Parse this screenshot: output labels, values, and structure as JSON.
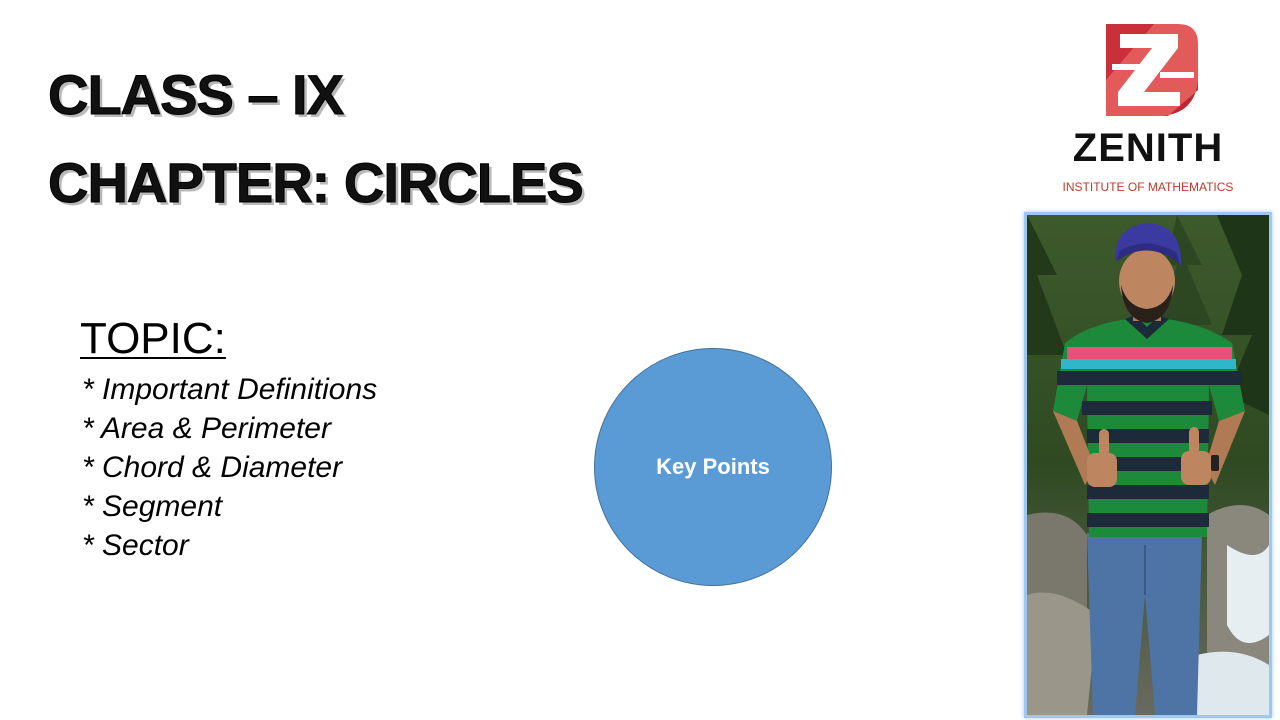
{
  "slide": {
    "title_line1": "CLASS – IX",
    "title_line2": "CHAPTER: CIRCLES",
    "topic": {
      "heading": "TOPIC:",
      "items": [
        "* Important Definitions",
        "* Area & Perimeter",
        "* Chord & Diameter",
        "* Segment",
        "* Sector"
      ]
    },
    "key_points_label": "Key Points"
  },
  "logo": {
    "icon": "zenith-z-logo-icon",
    "name": "ZENITH",
    "subtitle": "INSTITUTE OF MATHEMATICS"
  },
  "photo": {
    "subject": "instructor-photo"
  },
  "colors": {
    "circle_fill": "#5b9bd5",
    "circle_text": "#ffffff",
    "logo_red": "#d63a3a",
    "logo_subtitle": "#c0392b",
    "photo_border": "#9cc8f2"
  }
}
